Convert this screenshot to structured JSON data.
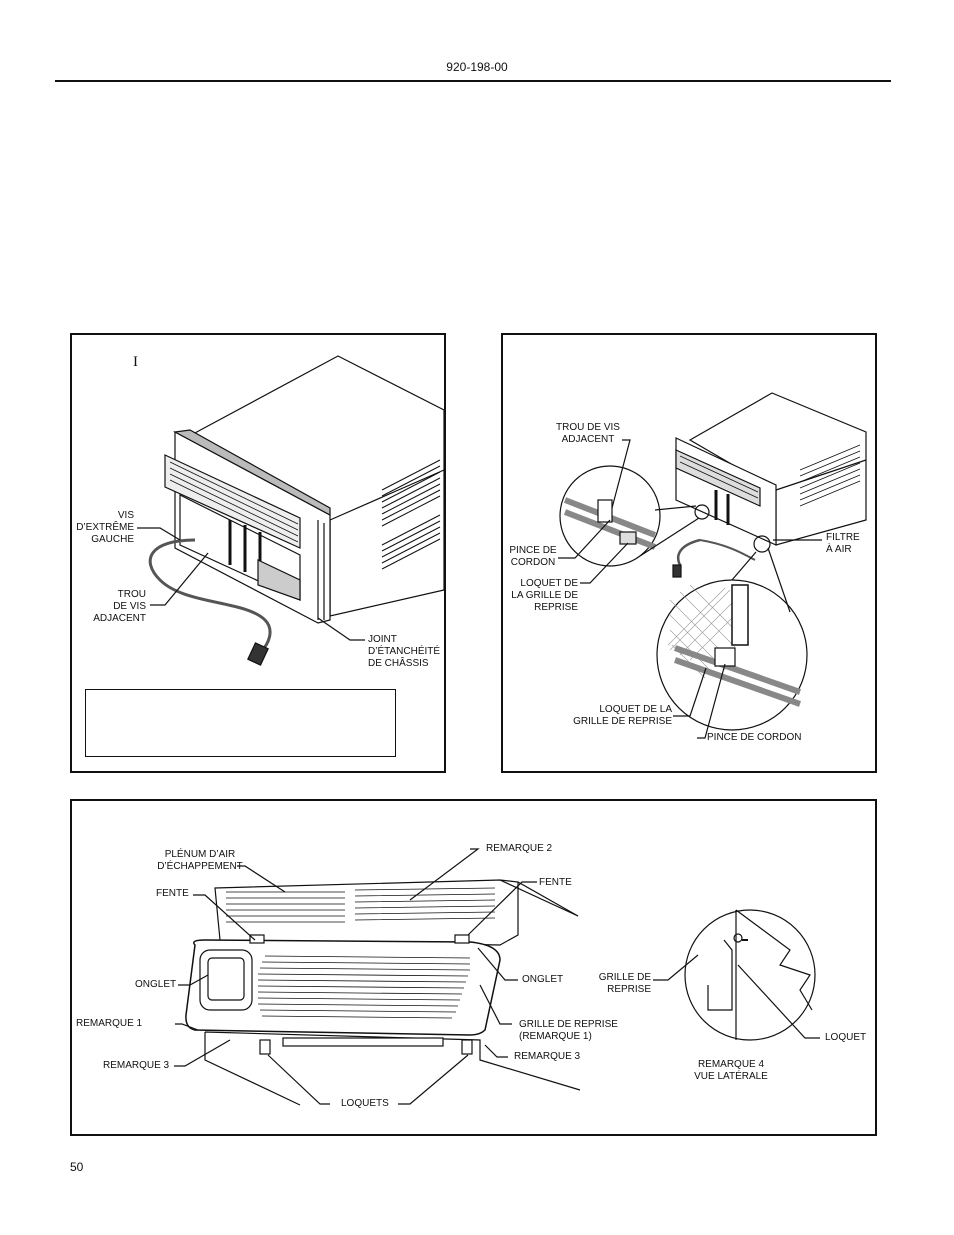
{
  "header": {
    "doc_number": "920-198-00"
  },
  "footer": {
    "page_number": "50"
  },
  "figure_left": {
    "marker": "I",
    "labels": {
      "vis": "VIS",
      "vis2": "D’EXTRÊME",
      "vis3": "GAUCHE",
      "trou1": "TROU",
      "trou2": "DE VIS",
      "trou3": "ADJACENT",
      "joint1": "JOINT",
      "joint2": "D’ÉTANCHÉITÉ",
      "joint3": "DE CHÂSSIS"
    }
  },
  "figure_right": {
    "labels": {
      "trou1": "TROU DE VIS",
      "trou2": "ADJACENT",
      "pince1": "PINCE DE",
      "pince2": "CORDON",
      "loquet1": "LOQUET DE",
      "loquet2": "LA GRILLE DE",
      "loquet3": "REPRISE",
      "filtre1": "FILTRE",
      "filtre2": "À AIR",
      "loquetB1": "LOQUET DE LA",
      "loquetB2": "GRILLE DE REPRISE",
      "pinceB": "PINCE DE CORDON"
    }
  },
  "figure_bottom": {
    "labels": {
      "plenum1": "PLÉNUM D’AIR",
      "plenum2": "D’ÉCHAPPEMENT",
      "remarque2": "REMARQUE 2",
      "fente_left": "FENTE",
      "fente_right": "FENTE",
      "onglet_left": "ONGLET",
      "onglet_right": "ONGLET",
      "remarque1": "REMARQUE 1",
      "grille1": "GRILLE DE REPRISE",
      "grille2": "(REMARQUE 1)",
      "remarque3_left": "REMARQUE 3",
      "remarque3_right": "REMARQUE 3",
      "loquets": "LOQUETS",
      "grille_side1": "GRILLE DE",
      "grille_side2": "REPRISE",
      "loquet_side": "LOQUET",
      "remarque4_1": "REMARQUE 4",
      "remarque4_2": "VUE LATÉRALE"
    }
  }
}
